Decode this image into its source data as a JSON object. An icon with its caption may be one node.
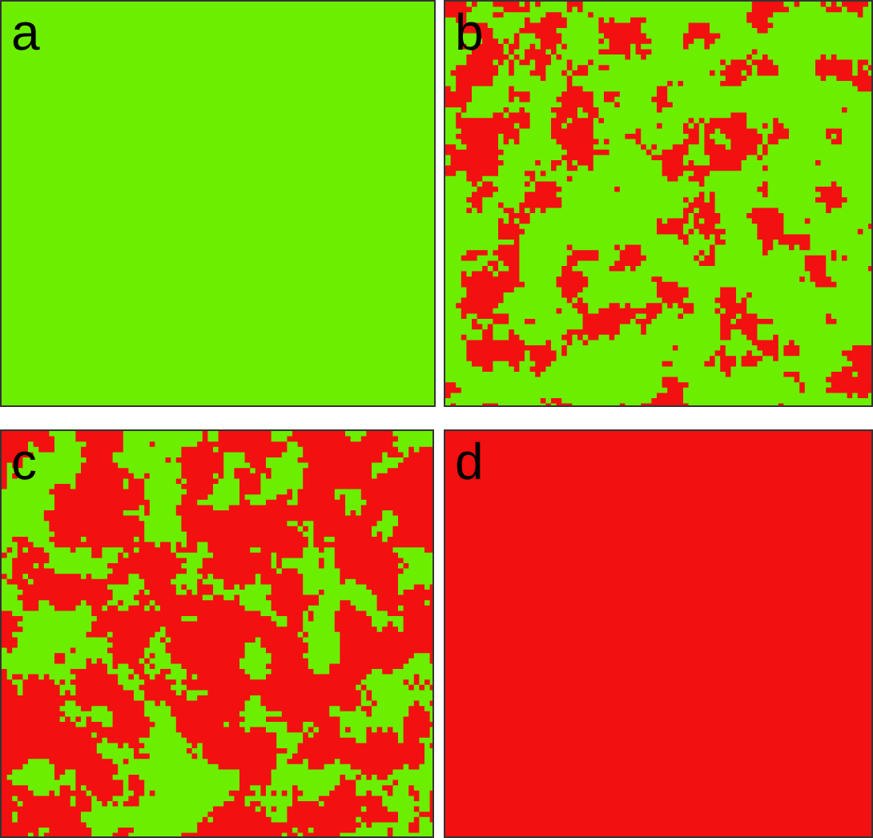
{
  "diagram": {
    "nodes": [
      {
        "text": [
          "a"
        ]
      },
      {
        "text": [
          "b"
        ]
      },
      {
        "text": [
          "c"
        ]
      },
      {
        "text": [
          "d"
        ]
      }
    ]
  }
}
